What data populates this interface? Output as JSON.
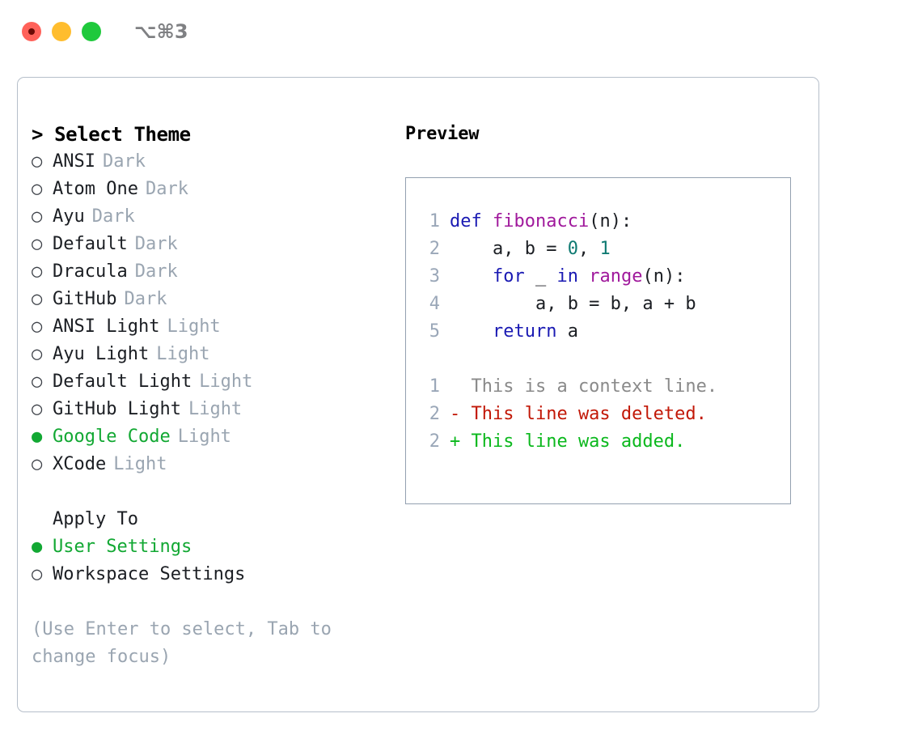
{
  "titlebar": {
    "shortcut": "⌥⌘3",
    "buttons": {
      "close": "close",
      "minimize": "minimize",
      "maximize": "maximize"
    }
  },
  "left": {
    "heading": "> Select Theme",
    "themes": [
      {
        "bullet": "○",
        "label": "ANSI",
        "tag": "Dark",
        "selected": false
      },
      {
        "bullet": "○",
        "label": "Atom One",
        "tag": "Dark",
        "selected": false
      },
      {
        "bullet": "○",
        "label": "Ayu",
        "tag": "Dark",
        "selected": false
      },
      {
        "bullet": "○",
        "label": "Default",
        "tag": "Dark",
        "selected": false
      },
      {
        "bullet": "○",
        "label": "Dracula",
        "tag": "Dark",
        "selected": false
      },
      {
        "bullet": "○",
        "label": "GitHub",
        "tag": "Dark",
        "selected": false
      },
      {
        "bullet": "○",
        "label": "ANSI Light",
        "tag": "Light",
        "selected": false
      },
      {
        "bullet": "○",
        "label": "Ayu Light",
        "tag": "Light",
        "selected": false
      },
      {
        "bullet": "○",
        "label": "Default Light",
        "tag": "Light",
        "selected": false
      },
      {
        "bullet": "○",
        "label": "GitHub Light",
        "tag": "Light",
        "selected": false
      },
      {
        "bullet": "●",
        "label": "Google Code",
        "tag": "Light",
        "selected": true
      },
      {
        "bullet": "○",
        "label": "XCode",
        "tag": "Light",
        "selected": false
      }
    ],
    "apply_heading": "Apply To",
    "apply_options": [
      {
        "bullet": "●",
        "label": "User Settings",
        "selected": true
      },
      {
        "bullet": "○",
        "label": "Workspace Settings",
        "selected": false
      }
    ],
    "hint": "(Use Enter to select, Tab to change focus)"
  },
  "right": {
    "heading": "Preview",
    "code_lines": [
      {
        "lineno": "1",
        "tokens": [
          {
            "t": "def ",
            "c": "tk-kw"
          },
          {
            "t": "fibonacci",
            "c": "tk-fn"
          },
          {
            "t": "(n):",
            "c": "tk-pl"
          }
        ]
      },
      {
        "lineno": "2",
        "tokens": [
          {
            "t": "    a, b = ",
            "c": "tk-pl"
          },
          {
            "t": "0",
            "c": "tk-num"
          },
          {
            "t": ", ",
            "c": "tk-pl"
          },
          {
            "t": "1",
            "c": "tk-num"
          }
        ]
      },
      {
        "lineno": "3",
        "tokens": [
          {
            "t": "    ",
            "c": "tk-pl"
          },
          {
            "t": "for",
            "c": "tk-kw"
          },
          {
            "t": " _ ",
            "c": "tk-pl"
          },
          {
            "t": "in",
            "c": "tk-kw"
          },
          {
            "t": " ",
            "c": "tk-pl"
          },
          {
            "t": "range",
            "c": "tk-fn"
          },
          {
            "t": "(n):",
            "c": "tk-pl"
          }
        ]
      },
      {
        "lineno": "4",
        "tokens": [
          {
            "t": "        a, b = b, a + b",
            "c": "tk-pl"
          }
        ]
      },
      {
        "lineno": "5",
        "tokens": [
          {
            "t": "    ",
            "c": "tk-pl"
          },
          {
            "t": "return",
            "c": "tk-kw"
          },
          {
            "t": " a",
            "c": "tk-pl"
          }
        ]
      }
    ],
    "diff_lines": [
      {
        "lineno": "1",
        "text": "  This is a context line.",
        "cls": "diff-ctx"
      },
      {
        "lineno": "2",
        "text": "- This line was deleted.",
        "cls": "diff-del"
      },
      {
        "lineno": "2",
        "text": "+ This line was added.",
        "cls": "diff-add"
      }
    ]
  },
  "colors": {
    "accent_green": "#12a833",
    "muted": "#9aa5b1",
    "border": "#b6bfca",
    "preview_border": "#93a0b0",
    "keyword": "#1a1ab3",
    "function": "#a0199c",
    "number": "#0f7a72",
    "diff_added": "#0bb81d",
    "diff_deleted": "#c21807",
    "diff_context": "#8a8a8a"
  }
}
